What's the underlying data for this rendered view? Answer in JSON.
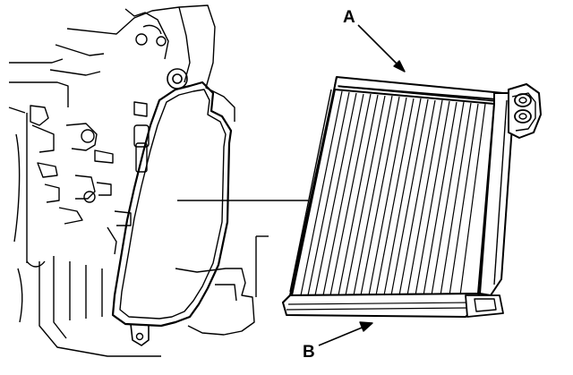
{
  "callouts": {
    "a": {
      "label": "A",
      "part": "evaporator-core"
    },
    "b": {
      "label": "B",
      "part": "evaporator-core-bottom-seal"
    }
  },
  "colors": {
    "ink": "#000000",
    "paper": "#ffffff"
  }
}
